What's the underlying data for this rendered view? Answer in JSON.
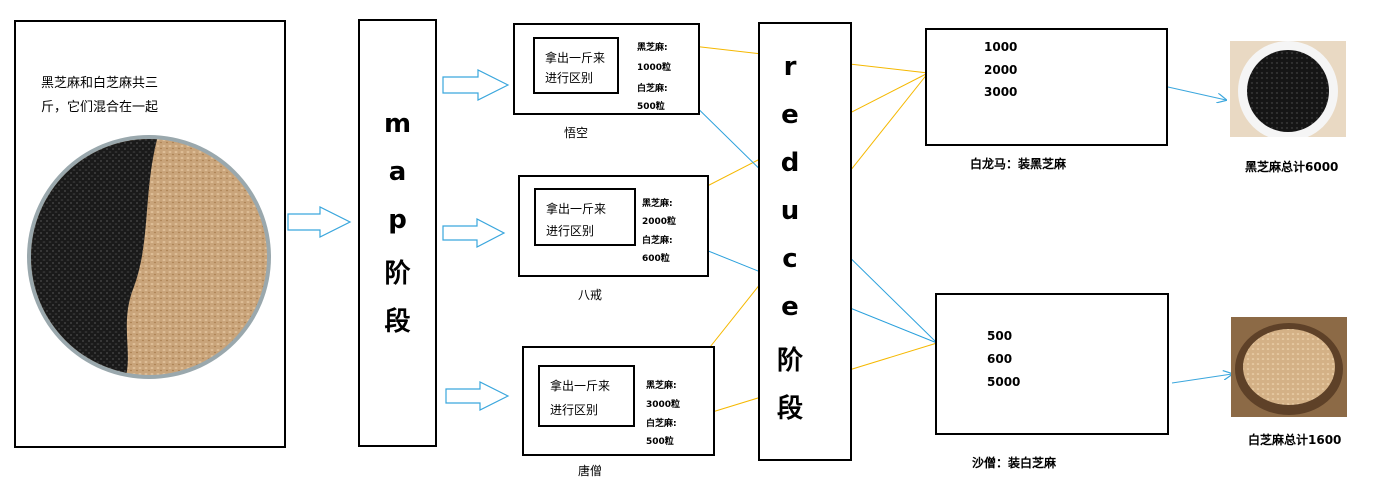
{
  "input_caption_line1": "黑芝麻和白芝麻共三",
  "input_caption_line2": "斤，它们混合在一起",
  "map_stage": [
    "m",
    "a",
    "p",
    "阶",
    "段"
  ],
  "reduce_stage": [
    "r",
    "e",
    "d",
    "u",
    "c",
    "e",
    "阶",
    "段"
  ],
  "mappers": [
    {
      "task_line1": "拿出一斤来",
      "task_line2": "进行区别",
      "black_label": "黑芝麻:",
      "black_count": "1000粒",
      "white_label": "白芝麻:",
      "white_count": "500粒",
      "worker": "悟空"
    },
    {
      "task_line1": "拿出一斤来",
      "task_line2": "进行区别",
      "black_label": "黑芝麻:",
      "black_count": "2000粒",
      "white_label": "白芝麻:",
      "white_count": "600粒",
      "worker": "八戒"
    },
    {
      "task_line1": "拿出一斤来",
      "task_line2": "进行区别",
      "black_label": "黑芝麻:",
      "black_count": "3000粒",
      "white_label": "白芝麻:",
      "white_count": "500粒",
      "worker": "唐僧"
    }
  ],
  "reducers": [
    {
      "values": [
        "1000",
        "2000",
        "3000"
      ],
      "caption": "白龙马：装黑芝麻"
    },
    {
      "values": [
        "500",
        "600",
        "5000"
      ],
      "caption": "沙僧：装白芝麻"
    }
  ],
  "results": [
    {
      "caption": "黑芝麻总计6000"
    },
    {
      "caption": "白芝麻总计1600"
    }
  ],
  "colors": {
    "black_line": "#f5b800",
    "white_line": "#2aa0dc",
    "arrow": "#3aa6dd"
  }
}
